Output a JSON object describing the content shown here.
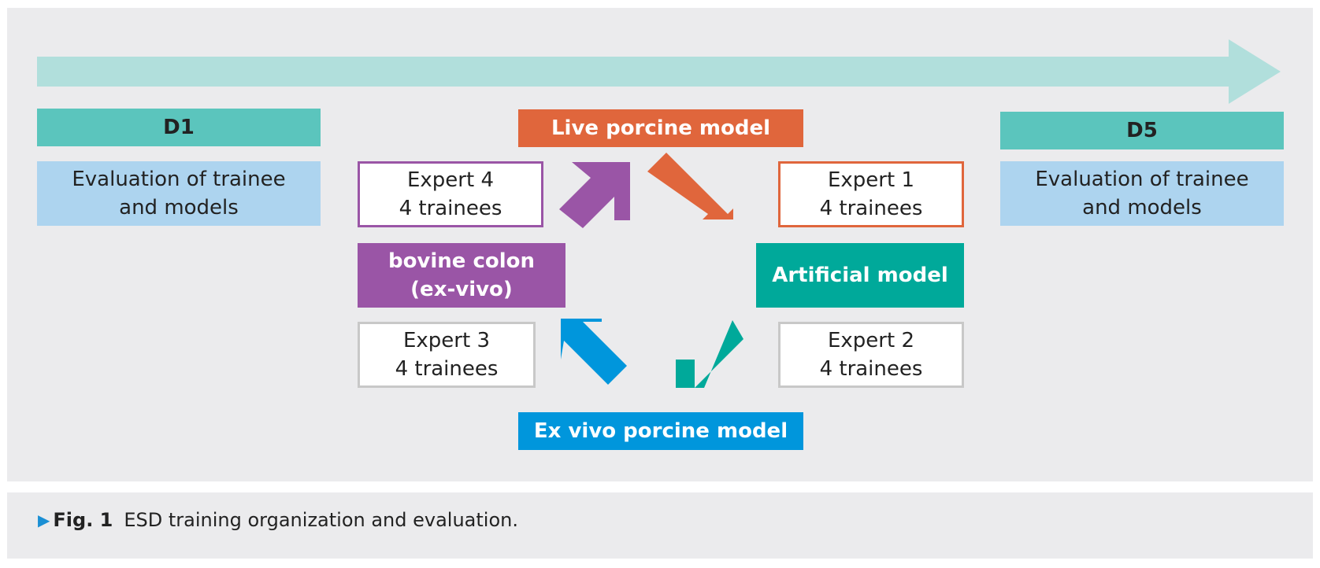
{
  "timeline": {
    "start_label": "D1",
    "end_label": "D5",
    "start_evaluation": "Evaluation of trainee\nand models",
    "end_evaluation": "Evaluation of trainee\nand models"
  },
  "models": {
    "top": "Live porcine model",
    "right": "Artificial model",
    "bottom": "Ex vivo porcine model",
    "left": "bovine colon\n(ex-vivo)"
  },
  "experts": {
    "expert1": "Expert 1\n4 trainees",
    "expert2": "Expert 2\n4 trainees",
    "expert3": "Expert 3\n4 trainees",
    "expert4": "Expert 4\n4 trainees"
  },
  "colors": {
    "timeline_arrow": "#b1dfdc",
    "teal_header": "#5bc5bd",
    "evaluation_blue": "#add4ef",
    "live_porcine": "#e0663c",
    "artificial": "#00a99a",
    "ex_vivo_porcine": "#0096dc",
    "bovine": "#9a55a6"
  },
  "caption": {
    "figure_label": "Fig. 1",
    "text": "ESD training organization and evaluation."
  }
}
